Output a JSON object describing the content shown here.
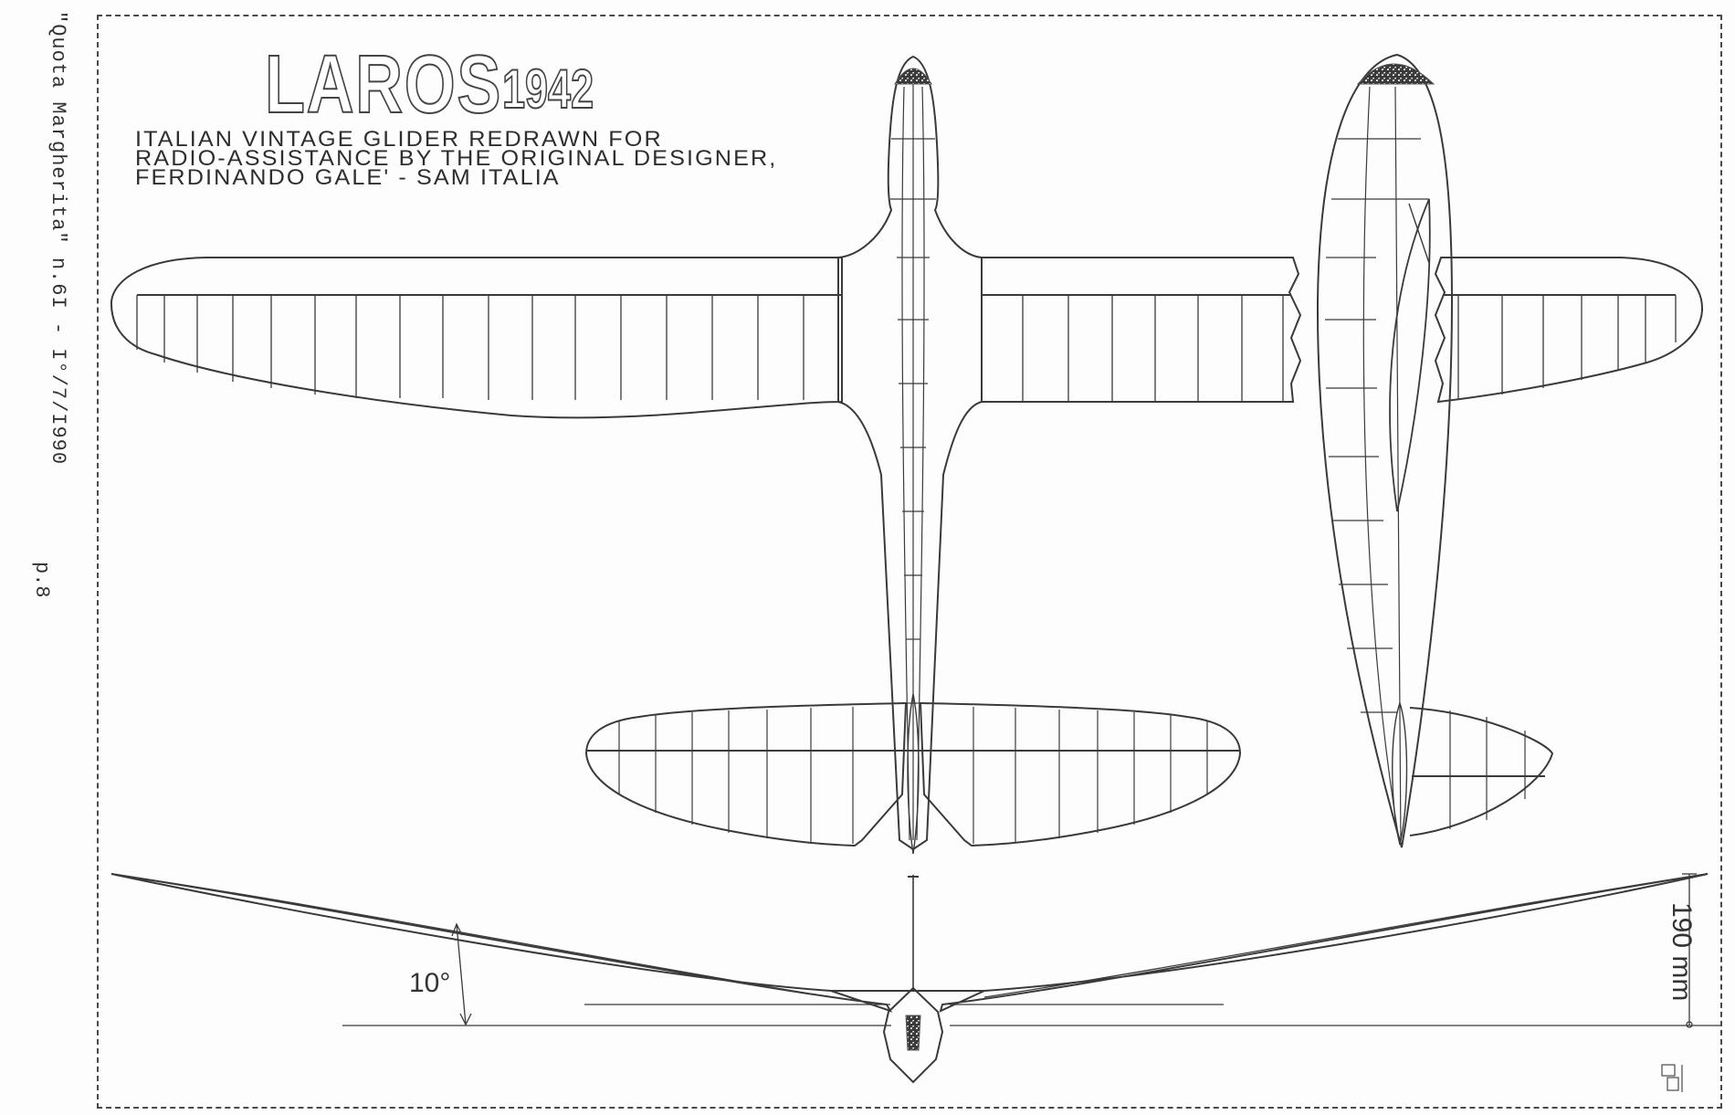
{
  "document": {
    "margin_caption": "\"Quota Margherita\" n.6I - I°/7/I990",
    "page_number": "p.8",
    "title": "LAROS",
    "year": "1942",
    "subtitle_lines": [
      "ITALIAN  VINTAGE  GLIDER  REDRAWN  FOR",
      "RADIO-ASSISTANCE  BY THE ORIGINAL  DESIGNER,",
      "FERDINANDO  GALE' -  SAM  ITALIA"
    ]
  },
  "drawing": {
    "views": [
      "top-view",
      "side-view",
      "front-view"
    ],
    "dihedral_label": "10°",
    "height_label": "190 mm",
    "line_color": "#3a3a3a",
    "paper_color": "#fdfdfd"
  }
}
